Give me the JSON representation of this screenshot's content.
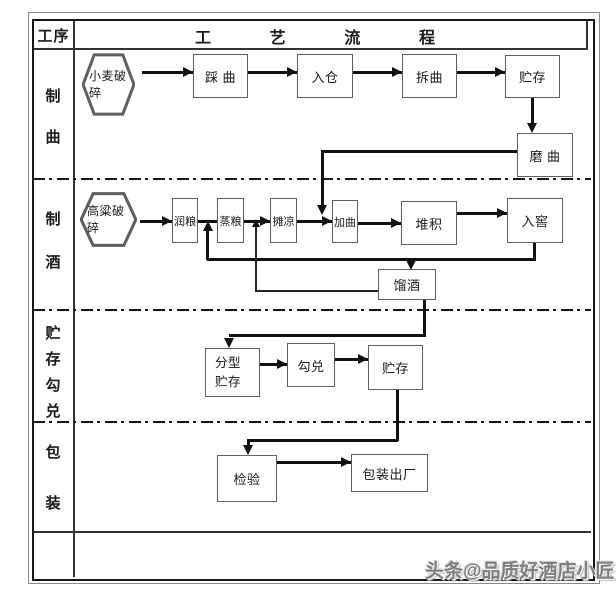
{
  "table": {
    "corner_label": "工序",
    "title_chars": [
      "工",
      "艺",
      "流",
      "程"
    ],
    "lanes": [
      {
        "id": "qu-making",
        "label_chars": [
          "制",
          "曲"
        ]
      },
      {
        "id": "liquor-making",
        "label_chars": [
          "制",
          "酒"
        ]
      },
      {
        "id": "storage-blending",
        "label_chars": [
          "贮",
          "存",
          "勾",
          "兑"
        ]
      },
      {
        "id": "packaging",
        "label_chars": [
          "包",
          "装"
        ]
      }
    ]
  },
  "nodes": {
    "wheat_crush": "小麦破碎",
    "treading_qu": "踩 曲",
    "into_warehouse": "入仓",
    "dismantle_qu": "拆曲",
    "qu_storage": "贮存",
    "grind_qu": "磨 曲",
    "sorghum_crush": "高粱破碎",
    "moisten_grain": "润粮",
    "steam_grain": "蒸粮",
    "spread_cool": "摊凉",
    "add_qu": "加曲",
    "stack": "堆积",
    "into_pit": "入窖",
    "distill": "馏酒",
    "typed_storage_line1": "分型",
    "typed_storage_line2": "贮存",
    "blend": "勾兑",
    "storage": "贮存",
    "inspect": "检验",
    "package_ship": "包装出厂"
  },
  "colors": {
    "line": "#111111",
    "box_border": "#5e5e5e",
    "watermark": "#7e7e7e"
  },
  "watermark": "头条@品质好酒店小匠"
}
